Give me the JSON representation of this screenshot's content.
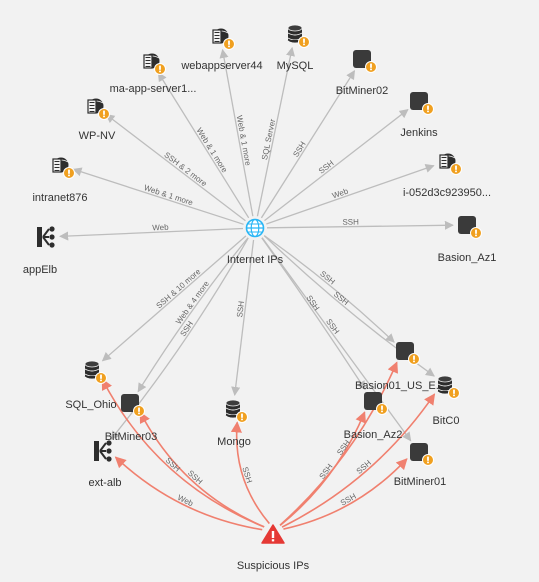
{
  "colors": {
    "background": "#f2f2f2",
    "edge_normal": "#bdbdbd",
    "edge_suspicious": "#f0806f",
    "warning_badge": "#f0a020",
    "hub": "#29b6f6",
    "alert": "#e53935",
    "node_dark": "#3a3a3a"
  },
  "hub": {
    "id": "internet",
    "label": "Internet IPs",
    "icon": "globe-icon"
  },
  "suspicious": {
    "id": "suspicious",
    "label": "Suspicious IPs",
    "icon": "alert-triangle-icon"
  },
  "nodes": [
    {
      "id": "webapp",
      "label": "webappserver44",
      "icon": "server-rack-icon",
      "warning": true
    },
    {
      "id": "mysql",
      "label": "MySQL",
      "icon": "database-icon",
      "warning": true
    },
    {
      "id": "bitminer02",
      "label": "BitMiner02",
      "icon": "instance-box-icon",
      "warning": true
    },
    {
      "id": "maapp",
      "label": "ma-app-server1...",
      "icon": "server-rack-icon",
      "warning": true
    },
    {
      "id": "jenkins",
      "label": "Jenkins",
      "icon": "instance-box-icon",
      "warning": true
    },
    {
      "id": "wpnv",
      "label": "WP-NV",
      "icon": "server-rack-icon",
      "warning": true
    },
    {
      "id": "intranet",
      "label": "intranet876",
      "icon": "server-rack-icon",
      "warning": true
    },
    {
      "id": "i052",
      "label": "i-052d3c923950...",
      "icon": "server-rack-icon",
      "warning": true
    },
    {
      "id": "appelb",
      "label": "appElb",
      "icon": "load-balancer-icon",
      "warning": false
    },
    {
      "id": "basionaz1",
      "label": "Basion_Az1",
      "icon": "instance-box-icon",
      "warning": true
    },
    {
      "id": "sqlohio",
      "label": "SQL_Ohio",
      "icon": "database-icon",
      "warning": true
    },
    {
      "id": "bitminer03",
      "label": "BitMiner03",
      "icon": "instance-box-icon",
      "warning": true
    },
    {
      "id": "mongo",
      "label": "Mongo",
      "icon": "database-icon",
      "warning": true
    },
    {
      "id": "basion01",
      "label": "Basion01_US_E...",
      "icon": "instance-box-icon",
      "warning": true
    },
    {
      "id": "bitc0",
      "label": "BitC0",
      "icon": "database-icon",
      "warning": true
    },
    {
      "id": "basionaz2",
      "label": "Basion_Az2",
      "icon": "instance-box-icon",
      "warning": true
    },
    {
      "id": "extalb",
      "label": "ext-alb",
      "icon": "load-balancer-icon",
      "warning": false
    },
    {
      "id": "bitminer01",
      "label": "BitMiner01",
      "icon": "instance-box-icon",
      "warning": true
    }
  ],
  "edges": [
    {
      "from": "internet",
      "to": "webapp",
      "label": "Web & 1 more",
      "kind": "normal"
    },
    {
      "from": "internet",
      "to": "mysql",
      "label": "SQL Server",
      "kind": "normal"
    },
    {
      "from": "internet",
      "to": "bitminer02",
      "label": "SSH",
      "kind": "normal"
    },
    {
      "from": "internet",
      "to": "maapp",
      "label": "Web & 1 more",
      "kind": "normal"
    },
    {
      "from": "internet",
      "to": "jenkins",
      "label": "SSH",
      "kind": "normal"
    },
    {
      "from": "internet",
      "to": "wpnv",
      "label": "SSH & 2 more",
      "kind": "normal"
    },
    {
      "from": "internet",
      "to": "intranet",
      "label": "Web & 1 more",
      "kind": "normal"
    },
    {
      "from": "internet",
      "to": "i052",
      "label": "Web",
      "kind": "normal"
    },
    {
      "from": "internet",
      "to": "appelb",
      "label": "Web",
      "kind": "normal"
    },
    {
      "from": "internet",
      "to": "basionaz1",
      "label": "SSH",
      "kind": "normal"
    },
    {
      "from": "internet",
      "to": "sqlohio",
      "label": "SSH & 10 more",
      "kind": "normal"
    },
    {
      "from": "internet",
      "to": "bitminer03",
      "label": "Web & 4 more",
      "kind": "normal"
    },
    {
      "from": "internet",
      "to": "extalb",
      "label": "SSH",
      "kind": "normal"
    },
    {
      "from": "internet",
      "to": "mongo",
      "label": "SSH",
      "kind": "normal"
    },
    {
      "from": "internet",
      "to": "basion01",
      "label": "SSH",
      "kind": "normal"
    },
    {
      "from": "internet",
      "to": "bitc0",
      "label": "SSH",
      "kind": "normal"
    },
    {
      "from": "internet",
      "to": "basionaz2",
      "label": "SSH",
      "kind": "normal"
    },
    {
      "from": "internet",
      "to": "bitminer01",
      "label": "SSH",
      "kind": "normal"
    },
    {
      "from": "suspicious",
      "to": "sqlohio",
      "label": "SSH",
      "kind": "suspicious"
    },
    {
      "from": "suspicious",
      "to": "bitminer03",
      "label": "SSH",
      "kind": "suspicious"
    },
    {
      "from": "suspicious",
      "to": "extalb",
      "label": "Web",
      "kind": "suspicious"
    },
    {
      "from": "suspicious",
      "to": "mongo",
      "label": "SSH",
      "kind": "suspicious"
    },
    {
      "from": "suspicious",
      "to": "basionaz2",
      "label": "SSH",
      "kind": "suspicious"
    },
    {
      "from": "suspicious",
      "to": "basion01",
      "label": "SSH",
      "kind": "suspicious"
    },
    {
      "from": "suspicious",
      "to": "bitc0",
      "label": "SSH",
      "kind": "suspicious"
    },
    {
      "from": "suspicious",
      "to": "bitminer01",
      "label": "SSH",
      "kind": "suspicious"
    }
  ]
}
